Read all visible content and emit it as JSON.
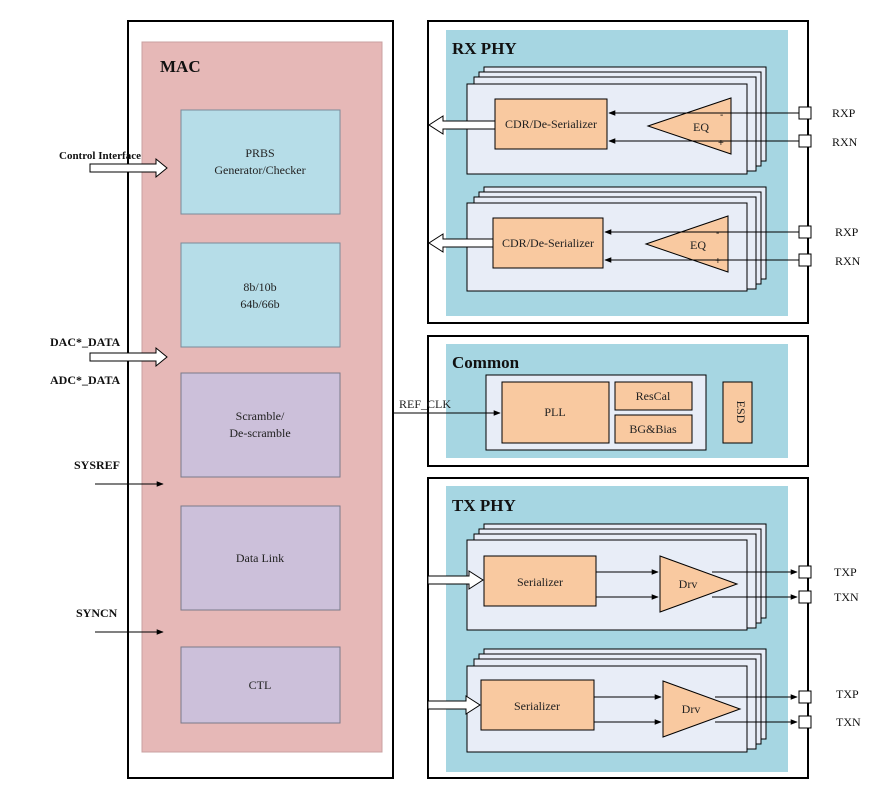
{
  "colors": {
    "mac_fill": "#e6b8b7",
    "phy_panel": "#a6d6e2",
    "lane_fill": "#e8edf7",
    "orange_block": "#f9c9a0",
    "teal_block": "#b6dde8",
    "purple_block": "#ccc0da"
  },
  "mac": {
    "title": "MAC",
    "blocks": [
      {
        "lines": [
          "PRBS",
          "Generator/Checker"
        ]
      },
      {
        "lines": [
          "8b/10b",
          "64b/66b"
        ]
      },
      {
        "lines": [
          "Scramble/",
          "De-scramble"
        ]
      },
      {
        "lines": [
          "Data Link"
        ]
      },
      {
        "lines": [
          "CTL"
        ]
      }
    ]
  },
  "external_signals": {
    "control_interface": "Control Interface",
    "dac_data": "DAC*_DATA",
    "adc_data": "ADC*_DATA",
    "sysref": "SYSREF",
    "syncn": "SYNCN",
    "ref_clk": "REF_CLK"
  },
  "rx_phy": {
    "title": "RX PHY",
    "lanes": [
      {
        "block": "CDR/De-Serializer",
        "eq": "EQ",
        "minus": "-",
        "plus": "+",
        "pin_p": "RXP",
        "pin_n": "RXN"
      },
      {
        "block": "CDR/De-Serializer",
        "eq": "EQ",
        "minus": "-",
        "plus": "+",
        "pin_p": "RXP",
        "pin_n": "RXN"
      }
    ]
  },
  "common": {
    "title": "Common",
    "pll": "PLL",
    "rescal": "ResCal",
    "bgbias": "BG&Bias",
    "esd": "ESD"
  },
  "tx_phy": {
    "title": "TX PHY",
    "lanes": [
      {
        "block": "Serializer",
        "drv": "Drv",
        "pin_p": "TXP",
        "pin_n": "TXN"
      },
      {
        "block": "Serializer",
        "drv": "Drv",
        "pin_p": "TXP",
        "pin_n": "TXN"
      }
    ]
  }
}
